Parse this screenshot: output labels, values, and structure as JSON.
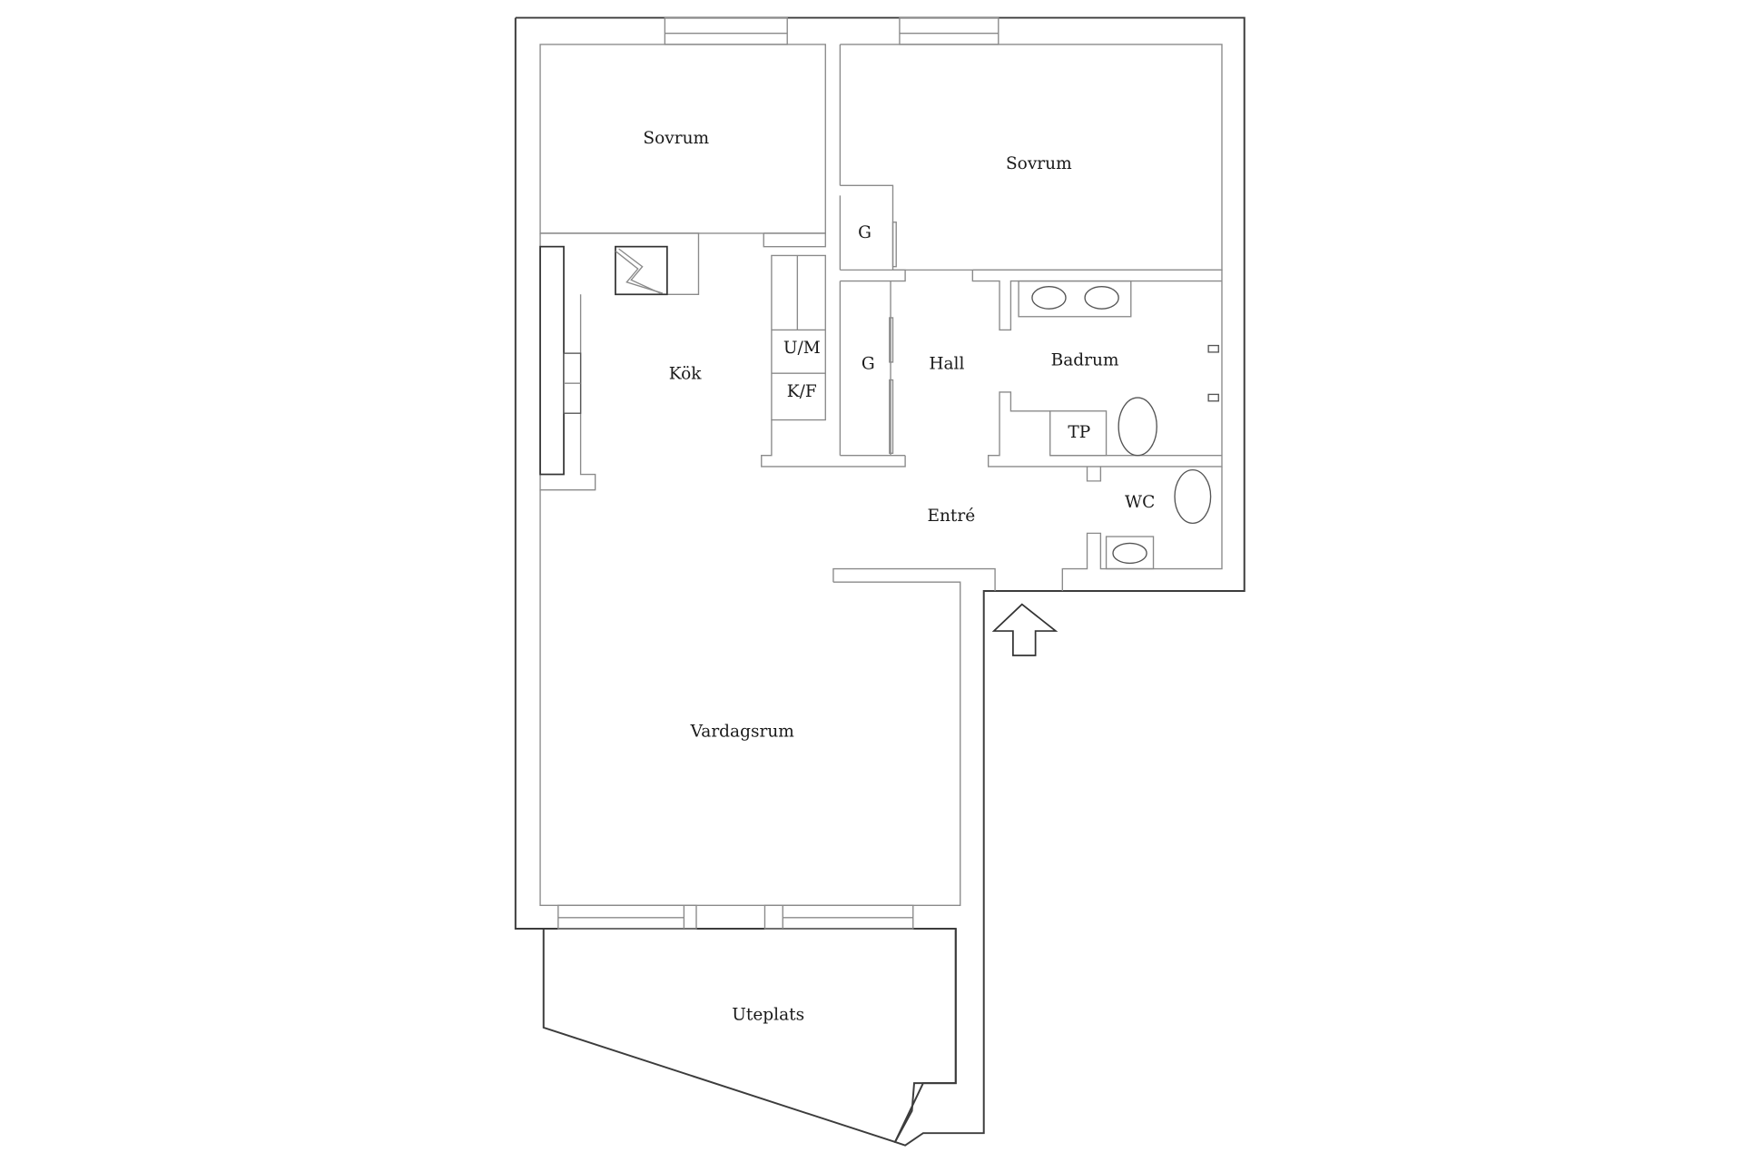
{
  "floorplan": {
    "rooms": {
      "sovrum_1": "Sovrum",
      "sovrum_2": "Sovrum",
      "kok": "Kök",
      "hall": "Hall",
      "badrum": "Badrum",
      "wc": "WC",
      "entre": "Entré",
      "vardagsrum": "Vardagsrum",
      "uteplats": "Uteplats"
    },
    "closets": {
      "g_upper": "G",
      "g_lower": "G"
    },
    "appliances": {
      "um": "U/M",
      "kf": "K/F",
      "tp": "TP"
    },
    "entrance_arrow": "entrance-arrow",
    "colors": {
      "background": "#ffffff",
      "outer_wall": "#3c3c3c",
      "inner_wall": "#8a8a8a",
      "text": "#1a1a1a"
    }
  }
}
